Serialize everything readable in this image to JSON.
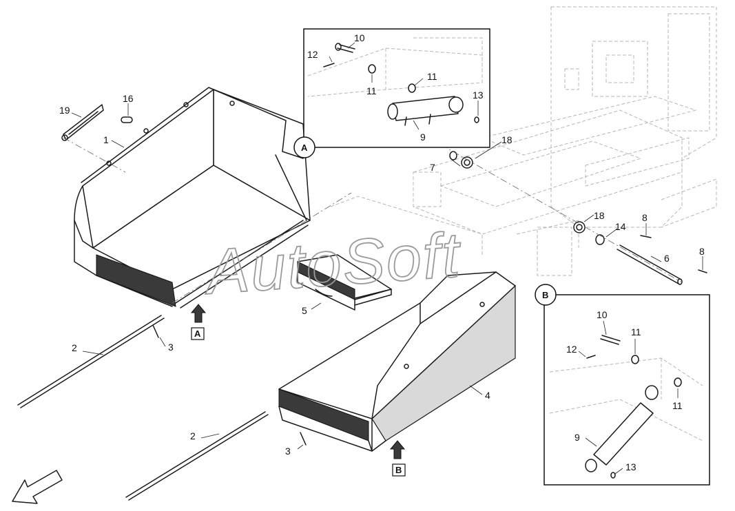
{
  "watermark": "AutoSoft",
  "callouts": {
    "c19": "19",
    "c16": "16",
    "c1": "1",
    "c2a": "2",
    "c2b": "2",
    "c3a": "3",
    "c3b": "3",
    "c4": "4",
    "c5": "5",
    "c6": "6",
    "c7": "7",
    "c8a": "8",
    "c8b": "8",
    "c14": "14",
    "c18a": "18",
    "c18b": "18",
    "a10": "10",
    "a11a": "11",
    "a11b": "11",
    "a12": "12",
    "a13": "13",
    "a9": "9",
    "b10": "10",
    "b11a": "11",
    "b11b": "11",
    "b12": "12",
    "b13": "13",
    "b9": "9"
  },
  "view_markers": {
    "circle_a": "A",
    "circle_b": "B",
    "box_a": "A",
    "box_b": "B"
  }
}
